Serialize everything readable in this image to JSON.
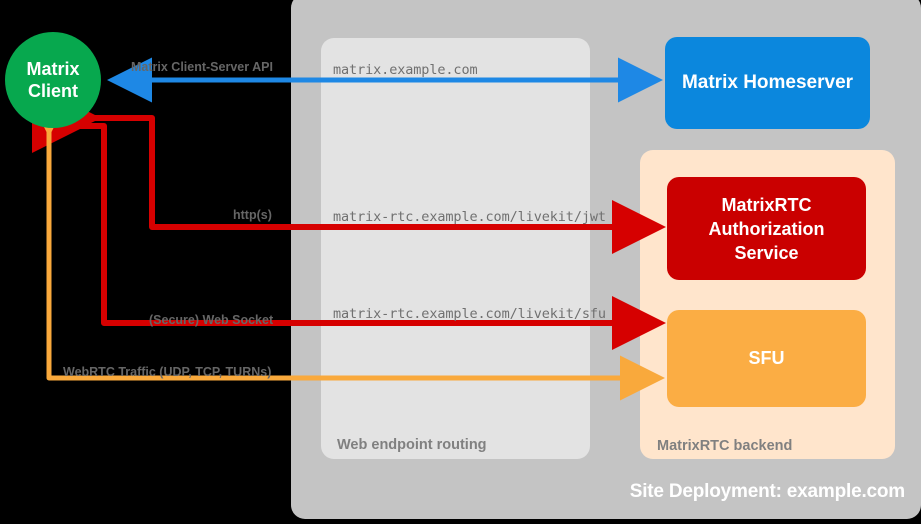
{
  "diagram": {
    "title": "Site Deployment: example.com",
    "background_color": "#000000"
  },
  "containers": {
    "site_deployment": {
      "label": "Site Deployment: example.com",
      "color": "#c4c4c4"
    },
    "web_endpoint_routing": {
      "label": "Web endpoint routing",
      "color": "#e3e3e3"
    },
    "matrixrtc_backend": {
      "label": "MatrixRTC backend",
      "color": "#ffe5cc"
    }
  },
  "nodes": {
    "client": {
      "line1": "Matrix",
      "line2": "Client",
      "color": "#07a84e",
      "shape": "circle"
    },
    "homeserver": {
      "label": "Matrix Homeserver",
      "color": "#0b87dd",
      "shape": "rounded-rect"
    },
    "auth_service": {
      "line1": "MatrixRTC",
      "line2": "Authorization",
      "line3": "Service",
      "color": "#ca0000",
      "shape": "rounded-rect"
    },
    "sfu": {
      "label": "SFU",
      "color": "#fbad44",
      "shape": "rounded-rect"
    }
  },
  "connections": [
    {
      "id": "client-server-api",
      "label": "Matrix Client-Server API",
      "endpoint": "matrix.example.com",
      "color": "#1e88e5",
      "from": "client",
      "to": "homeserver",
      "direction": "bidirectional"
    },
    {
      "id": "livekit-jwt",
      "label": "http(s)",
      "endpoint": "matrix-rtc.example.com/livekit/jwt",
      "color": "#d60000",
      "from": "client",
      "to": "auth_service",
      "direction": "bidirectional"
    },
    {
      "id": "livekit-sfu",
      "label": "(Secure) Web Socket",
      "endpoint": "matrix-rtc.example.com/livekit/sfu",
      "color": "#d60000",
      "from": "client",
      "to": "sfu",
      "direction": "bidirectional"
    },
    {
      "id": "webrtc-media",
      "label": "WebRTC Traffic (UDP, TCP, TURNs)",
      "endpoint": "",
      "color": "#f9a93c",
      "from": "client",
      "to": "sfu",
      "direction": "bidirectional"
    }
  ]
}
